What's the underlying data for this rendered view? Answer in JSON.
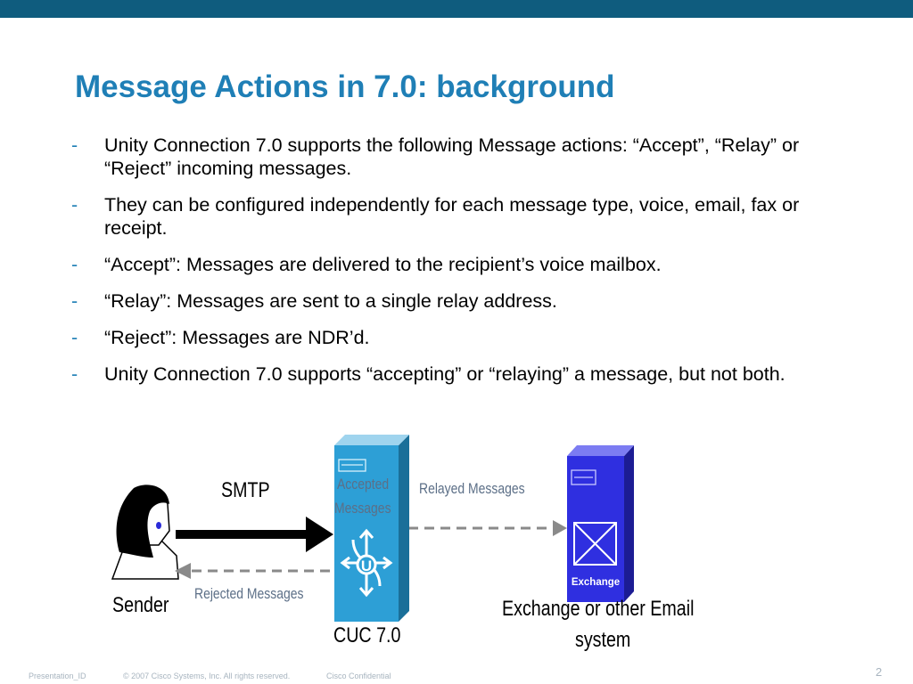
{
  "slide": {
    "title": "Message Actions in 7.0: background",
    "bullet_marker": "-",
    "bullets": [
      "Unity Connection 7.0 supports the following Message actions: “Accept”, “Relay” or “Reject” incoming messages.",
      "They can be configured independently for each message type, voice, email, fax or receipt.",
      "“Accept”:  Messages are delivered to the recipient’s voice mailbox.",
      "“Relay”:  Messages are sent to a single relay address.",
      "“Reject”:  Messages are NDR’d.",
      "Unity Connection 7.0 supports “accepting” or “relaying” a message, but not both."
    ]
  },
  "diagram": {
    "smtp_label": "SMTP",
    "accepted_label_line1": "Accepted",
    "accepted_label_line2": "Messages",
    "relayed_label": "Relayed Messages",
    "rejected_label": "Rejected Messages",
    "sender_label": "Sender",
    "cuc_label": "CUC 7.0",
    "exchange_label_line1": "Exchange or other Email",
    "exchange_label_line2": "system",
    "exchange_server_text": "Exchange",
    "unity_glyph": "U"
  },
  "footer": {
    "presentation_id": "Presentation_ID",
    "copyright": "© 2007 Cisco Systems, Inc. All rights reserved.",
    "confidential": "Cisco Confidential",
    "page_number": "2"
  },
  "colors": {
    "top_bar": "#0f5c7e",
    "title": "#1f7fb6",
    "cuc_server": "#2d9fd6",
    "exchange_server": "#2f2fe0"
  }
}
